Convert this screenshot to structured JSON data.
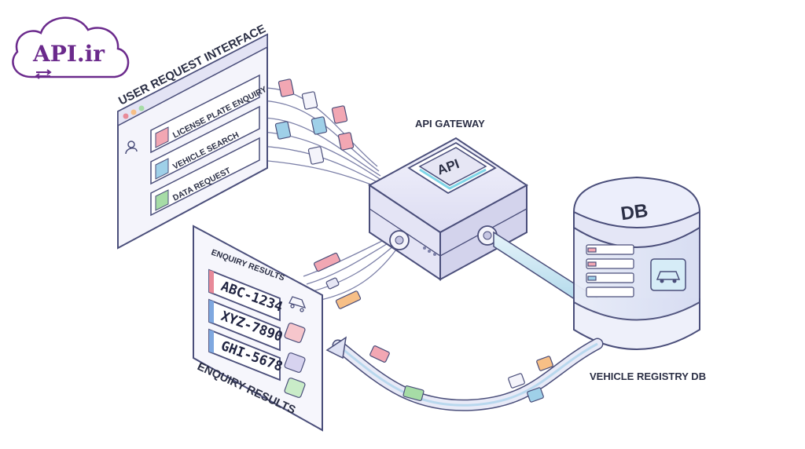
{
  "logo": {
    "text": "API.ir"
  },
  "interface": {
    "title": "USER REQUEST INTERFACE",
    "items": [
      {
        "label": "LICENSE PLATE ENQUIRY",
        "icon": "search-icon",
        "color": "#f2a7b3"
      },
      {
        "label": "VEHICLE SEARCH",
        "icon": "search-icon",
        "color": "#9fd0e8"
      },
      {
        "label": "DATA REQUEST",
        "icon": "bar-chart-icon",
        "color": "#a6dca6"
      }
    ]
  },
  "gateway": {
    "label": "API GATEWAY",
    "chip": "API"
  },
  "database": {
    "label": "VEHICLE REGISTRY DB",
    "top": "DB"
  },
  "results": {
    "header": "ENQUIRY RESULTS",
    "caption": "ENQUIRY RESULTS",
    "plates": [
      {
        "text": "ABC-1234",
        "stripe": "#e88a99",
        "icon": "car-icon",
        "icon_bg": "#ffffff"
      },
      {
        "text": "XYZ-7890",
        "stripe": "#7fa8e0",
        "icon": "car-icon",
        "icon_bg": "#f6c6cc"
      },
      {
        "text": "GHI-5678",
        "stripe": "#7fa8e0",
        "icon": "truck-icon",
        "icon_bg": "#d7d3ef"
      }
    ],
    "extra_icon": {
      "icon": "truck-icon",
      "icon_bg": "#c9ecc8"
    }
  },
  "colors": {
    "outline": "#4a4e7a",
    "panel": "#f4f4fb",
    "accent_purple": "#6b2a8c",
    "pink": "#f2a7b3",
    "blue": "#9fd0e8",
    "green": "#a6dca6",
    "orange": "#f7bf86"
  }
}
